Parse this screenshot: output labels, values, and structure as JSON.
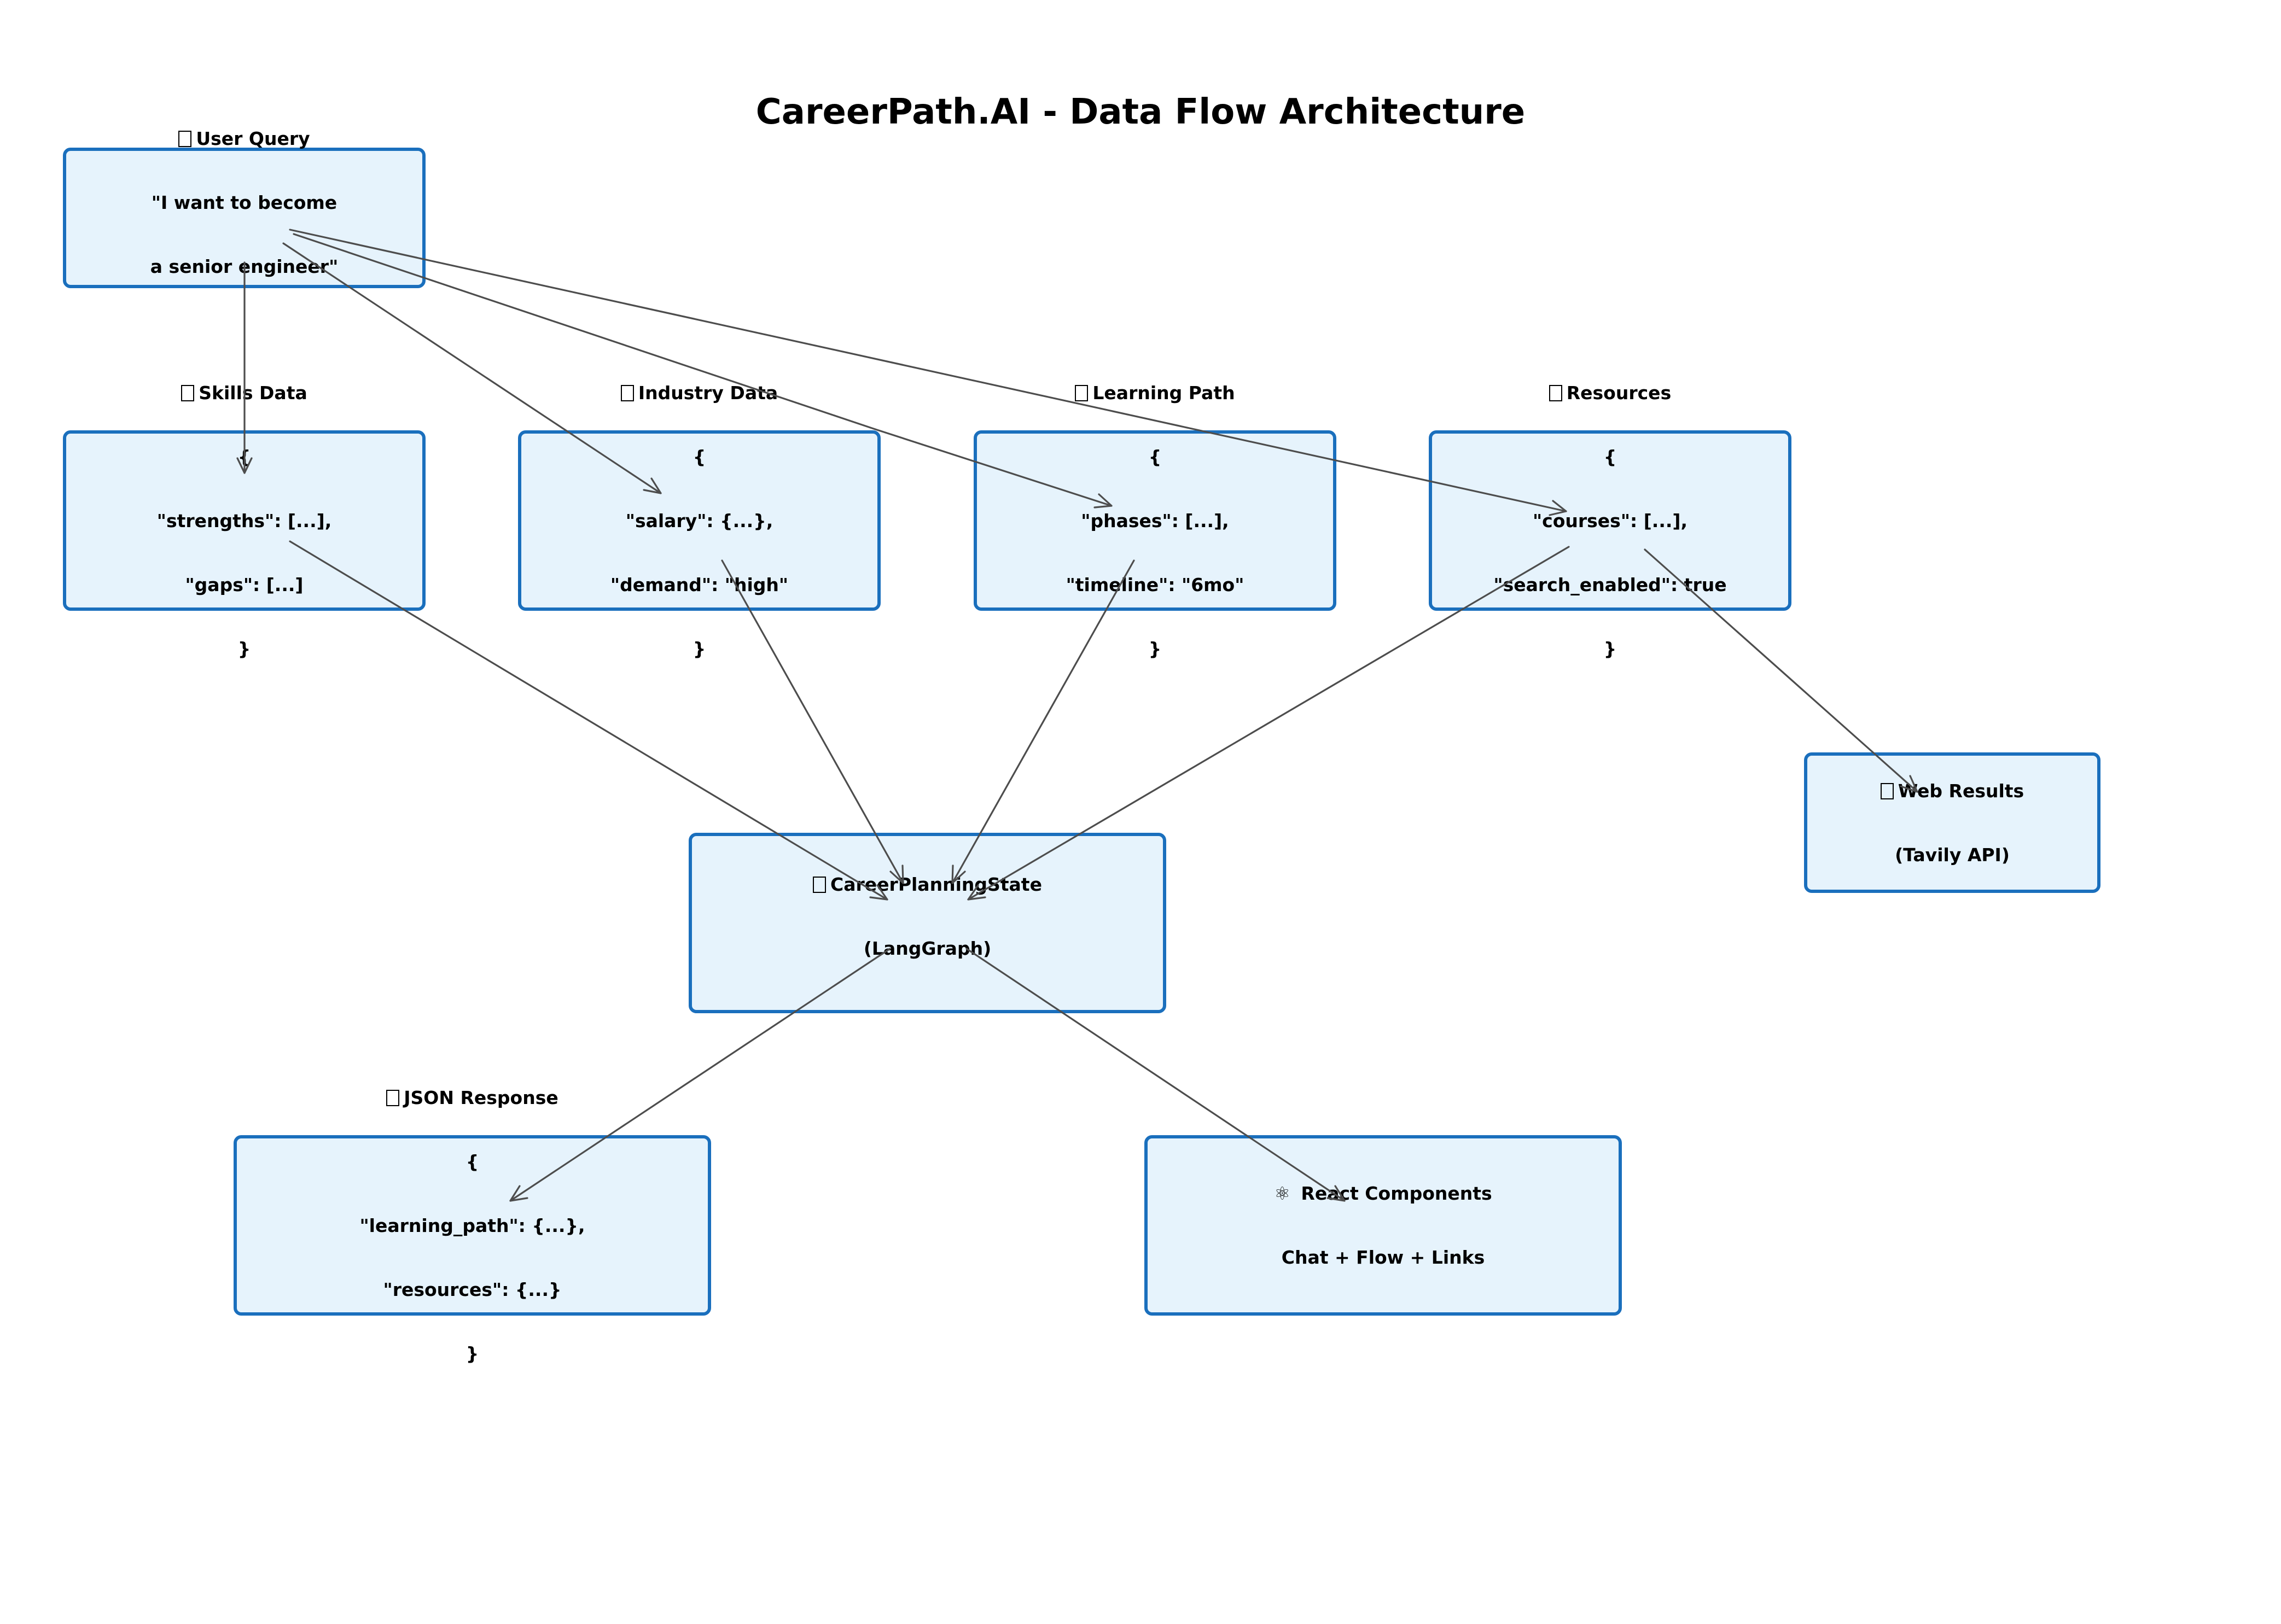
{
  "title": "CareerPath.AI - Data Flow Architecture",
  "colors": {
    "node_fill": "#e6f3fc",
    "node_border": "#1a6fbd",
    "edge": "#4d4d4d",
    "text": "#000000"
  },
  "nodes": {
    "user_query": {
      "icon": "speech-bubble-icon",
      "line1": "User Query",
      "line2": "\"I want to become",
      "line3": "a senior engineer\""
    },
    "skills_data": {
      "icon": "target-icon",
      "line1": "Skills Data",
      "line2": "{",
      "line3": "\"strengths\": [...],",
      "line4": "\"gaps\": [...]",
      "line5": "}"
    },
    "industry_data": {
      "icon": "chart-icon",
      "line1": "Industry Data",
      "line2": "{",
      "line3": "\"salary\": {...},",
      "line4": "\"demand\": \"high\"",
      "line5": "}"
    },
    "learning_path": {
      "icon": "books-icon",
      "line1": "Learning Path",
      "line2": "{",
      "line3": "\"phases\": [...],",
      "line4": "\"timeline\": \"6mo\"",
      "line5": "}"
    },
    "resources": {
      "icon": "link-icon",
      "line1": "Resources",
      "line2": "{",
      "line3": "\"courses\": [...],",
      "line4": "\"search_enabled\": true",
      "line5": "}"
    },
    "web_results": {
      "icon": "globe-icon",
      "line1": "Web Results",
      "line2": "(Tavily API)"
    },
    "state": {
      "icon": "brain-icon",
      "line1": "CareerPlanningState",
      "line2": "(LangGraph)"
    },
    "json_response": {
      "icon": "package-icon",
      "line1": "JSON Response",
      "line2": "{",
      "line3": "\"learning_path\": {...},",
      "line4": "\"resources\": {...}",
      "line5": "}"
    },
    "react_components": {
      "icon": "react-atom-icon",
      "glyph": "⚛",
      "line1": "React Components",
      "line2": "Chat + Flow + Links"
    }
  },
  "edges": [
    {
      "from": "user_query",
      "to": "skills_data"
    },
    {
      "from": "user_query",
      "to": "industry_data"
    },
    {
      "from": "user_query",
      "to": "learning_path"
    },
    {
      "from": "user_query",
      "to": "resources"
    },
    {
      "from": "skills_data",
      "to": "state"
    },
    {
      "from": "industry_data",
      "to": "state"
    },
    {
      "from": "learning_path",
      "to": "state"
    },
    {
      "from": "resources",
      "to": "state"
    },
    {
      "from": "resources",
      "to": "web_results"
    },
    {
      "from": "state",
      "to": "json_response"
    },
    {
      "from": "state",
      "to": "react_components"
    }
  ]
}
